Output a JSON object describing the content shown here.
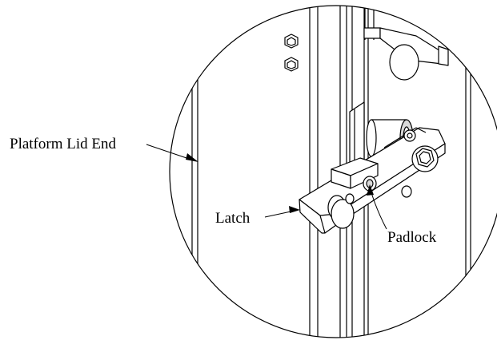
{
  "labels": {
    "platform_lid_end": "Platform Lid End",
    "latch": "Latch",
    "padlock": "Padlock"
  },
  "colors": {
    "line": "#000000",
    "background": "#ffffff",
    "part_fill": "#ffffff",
    "shadow_fill": "#d9d9d9"
  }
}
